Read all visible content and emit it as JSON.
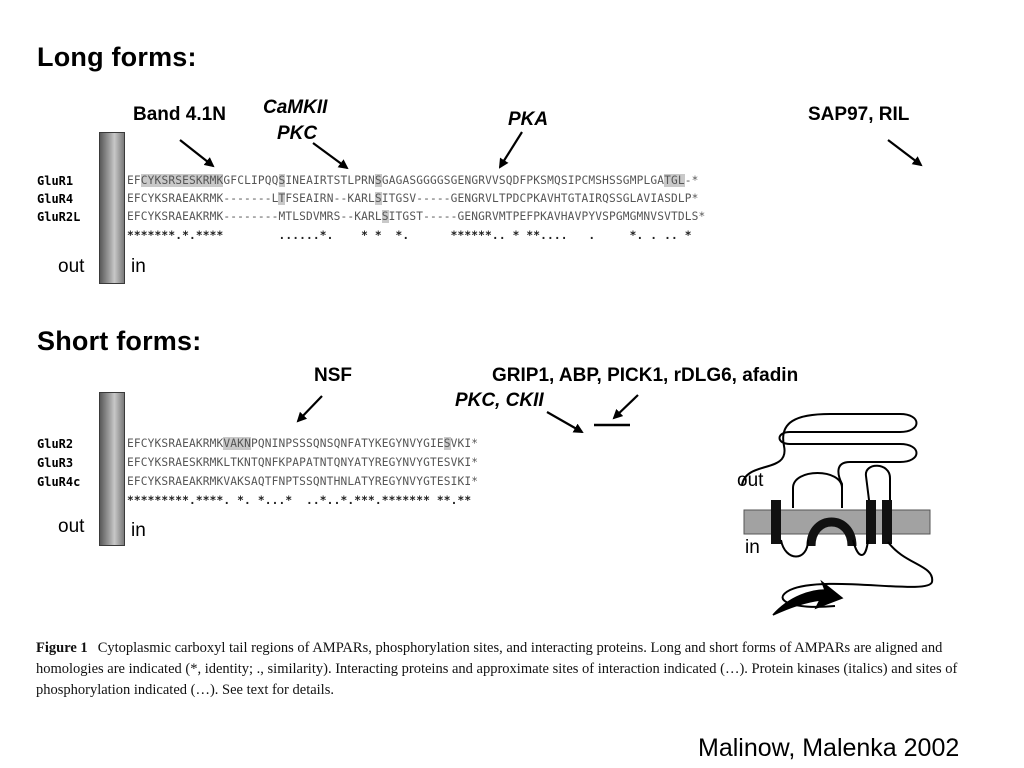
{
  "long_forms": {
    "title": "Long forms:",
    "sites": {
      "band41n": "Band 4.1N",
      "camkii": "CaMKII",
      "pkc": "PKC",
      "pka": "PKA",
      "sap97": "SAP97, RIL"
    },
    "rows": [
      {
        "name": "GluR1",
        "segments": [
          [
            "EF",
            false
          ],
          [
            "CYKSRSESKRMK",
            true
          ],
          [
            "GFCLIPQQ",
            false
          ],
          [
            "S",
            true
          ],
          [
            "INEAIRTSTLPRN",
            false
          ],
          [
            "S",
            true
          ],
          [
            "GAGASGGGGSGENGRVVSQDFPKSMQSIPCMSHSSGMPLGA",
            false
          ],
          [
            "TGL",
            true
          ],
          [
            "-*",
            false
          ]
        ]
      },
      {
        "name": "GluR4",
        "segments": [
          [
            "EFCYKSRAEAKRMK-------L",
            false
          ],
          [
            "T",
            true
          ],
          [
            "FSEAIRN--KARL",
            false
          ],
          [
            "S",
            true
          ],
          [
            "ITGSV-----GENGRVLTPDCPKAVHTGTAIRQSSGLAVIASDLP*",
            false
          ]
        ]
      },
      {
        "name": "GluR2L",
        "segments": [
          [
            "EFCYKSRAEAKRMK--------MTLSDVMRS--KARL",
            false
          ],
          [
            "S",
            true
          ],
          [
            "ITGST-----GENGRVMTPEFPKAVHAVPYVSPGMGMNVSVTDLS*",
            false
          ]
        ]
      }
    ],
    "conservation": "*******.*.****        ......*.    * *  *.      ******.. * **....   .     *. . .. *",
    "out_label": "out",
    "in_label": "in"
  },
  "short_forms": {
    "title": "Short forms:",
    "sites": {
      "nsf": "NSF",
      "grip": "GRIP1, ABP, PICK1, rDLG6, afadin",
      "pkc_ckii": "PKC, CKII"
    },
    "rows": [
      {
        "name": "GluR2",
        "segments": [
          [
            "EFCYKSRAEAKRMK",
            false
          ],
          [
            "VAKN",
            true
          ],
          [
            "PQNINPSSSQNSQNFATYKEGYNVYGIE",
            false
          ],
          [
            "S",
            true
          ],
          [
            "VKI*",
            false
          ]
        ]
      },
      {
        "name": "GluR3",
        "segments": [
          [
            "EFCYKSRAESKRMKLTKNTQNFKPAPATNTQNYATYREGYNVYGTESVKI*",
            false
          ]
        ]
      },
      {
        "name": "GluR4c",
        "segments": [
          [
            "EFCYKSRAEAKRMKVAKSAQTFNPTSSQNTHNLATYREGYNVYGTESIKI*",
            false
          ]
        ]
      }
    ],
    "conservation": "*********.****. *. *...*  ..*..*.***.******* **.**",
    "out_label": "out",
    "in_label": "in"
  },
  "schematic": {
    "out_label": "out",
    "in_label": "in"
  },
  "caption": {
    "figure_label": "Figure 1",
    "text": "Cytoplasmic carboxyl tail regions of AMPARs, phosphorylation sites, and interacting proteins. Long and short forms of AMPARs are aligned and homologies are indicated (*, identity; ., similarity). Interacting proteins and approximate sites of interaction indicated (…). Protein kinases (italics) and sites of phosphorylation indicated (…). See text for details."
  },
  "credit": "Malinow, Malenka 2002"
}
